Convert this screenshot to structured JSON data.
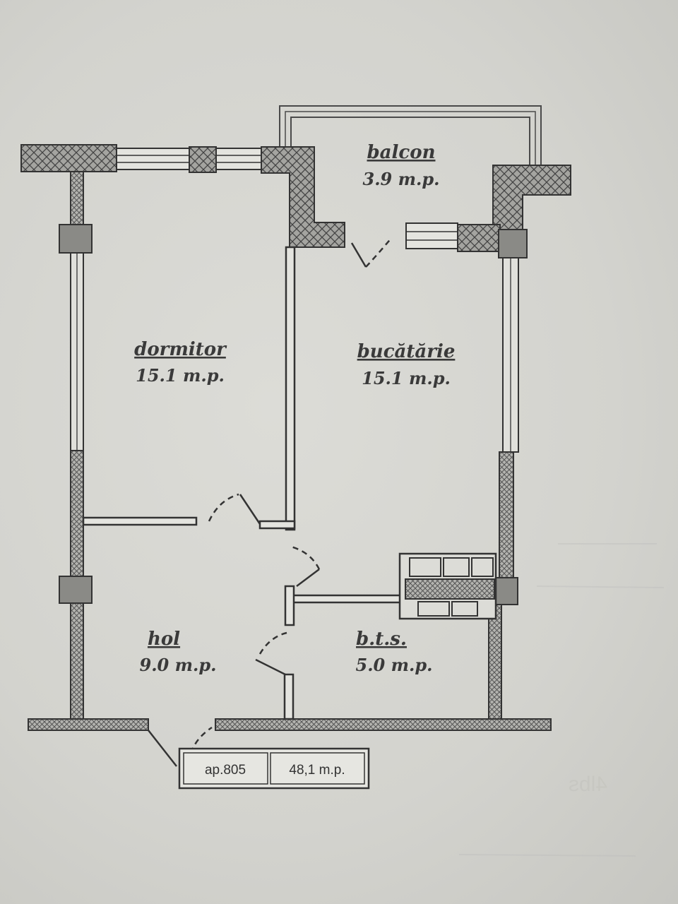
{
  "rooms": {
    "balcon": {
      "name": "balcon",
      "area": "3.9 m.p."
    },
    "dormitor": {
      "name": "dormitor",
      "area": "15.1 m.p."
    },
    "bucatarie": {
      "name": "bucătărie",
      "area": "15.1 m.p."
    },
    "hol": {
      "name": "hol",
      "area": "9.0 m.p."
    },
    "bts": {
      "name": "b.t.s.",
      "area": "5.0 m.p."
    }
  },
  "apartment": {
    "number": "ap.805",
    "total_area": "48,1 m.p."
  },
  "colors": {
    "paper": "#d6d6d1",
    "wall": "#3a3a3a",
    "hatch_fill": "#9c9c98"
  }
}
